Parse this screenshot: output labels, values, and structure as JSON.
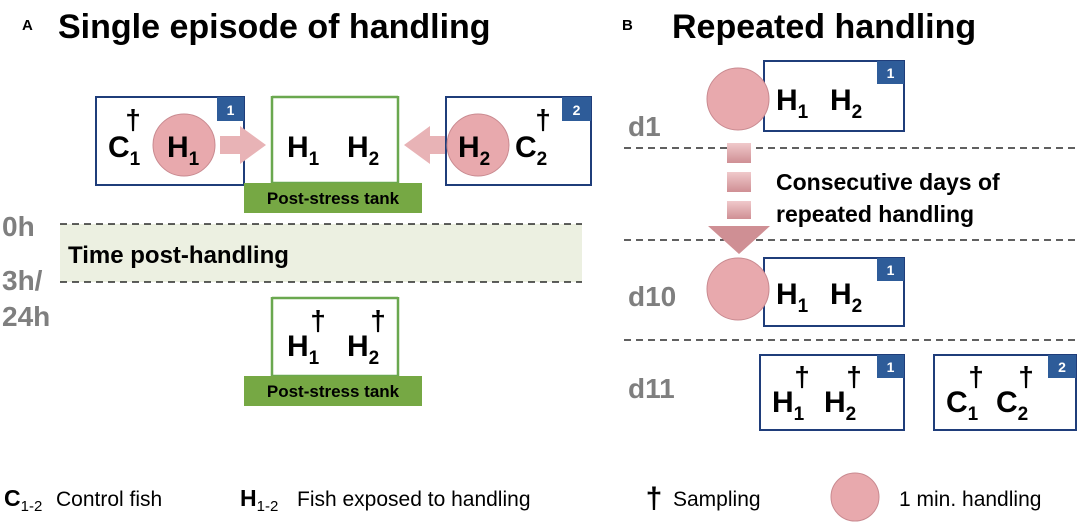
{
  "colors": {
    "blue_box": "#1f3d7a",
    "badge": "#2e5c99",
    "green_box": "#6aa84f",
    "green_label": "#76a844",
    "circle": "#e8a9ad",
    "circle_stroke": "#c98a90",
    "arrow": "#e8b3b6",
    "band": "#ecf0e1",
    "gray_text": "#7f7f7f"
  },
  "panel_a": {
    "letter": "A",
    "title": "Single episode of handling",
    "left_box": {
      "c": "C",
      "c_sub": "1",
      "h": "H",
      "h_sub": "1",
      "dagger": "†",
      "badge": "1"
    },
    "right_box": {
      "h": "H",
      "h_sub": "2",
      "c": "C",
      "c_sub": "2",
      "dagger": "†",
      "badge": "2"
    },
    "tank_top": {
      "h1": "H",
      "h1_sub": "1",
      "h2": "H",
      "h2_sub": "2",
      "label": "Post-stress tank"
    },
    "time_0": "0h",
    "time_3": "3h/",
    "time_24": "24h",
    "band_label": "Time post-handling",
    "tank_bottom": {
      "h1": "H",
      "h1_sub": "1",
      "h2": "H",
      "h2_sub": "2",
      "dagger": "†",
      "label": "Post-stress tank"
    }
  },
  "panel_b": {
    "letter": "B",
    "title": "Repeated handling",
    "d1": "d1",
    "d10": "d10",
    "d11": "d11",
    "box_d1": {
      "h1": "H",
      "h1_sub": "1",
      "h2": "H",
      "h2_sub": "2",
      "badge": "1"
    },
    "box_d10": {
      "h1": "H",
      "h1_sub": "1",
      "h2": "H",
      "h2_sub": "2",
      "badge": "1"
    },
    "box_d11_h": {
      "h1": "H",
      "h1_sub": "1",
      "h2": "H",
      "h2_sub": "2",
      "dagger": "†",
      "badge": "1"
    },
    "box_d11_c": {
      "c1": "C",
      "c1_sub": "1",
      "c2": "C",
      "c2_sub": "2",
      "dagger": "†",
      "badge": "2"
    },
    "arrow_label_1": "Consecutive days of",
    "arrow_label_2": "repeated handling"
  },
  "legend": {
    "control_letter": "C",
    "control_sub": "1-2",
    "control_text": "Control fish",
    "handled_letter": "H",
    "handled_sub": "1-2",
    "handled_text": "Fish exposed to handling",
    "dagger": "†",
    "sampling_text": "Sampling",
    "handling_text": "1 min. handling"
  }
}
